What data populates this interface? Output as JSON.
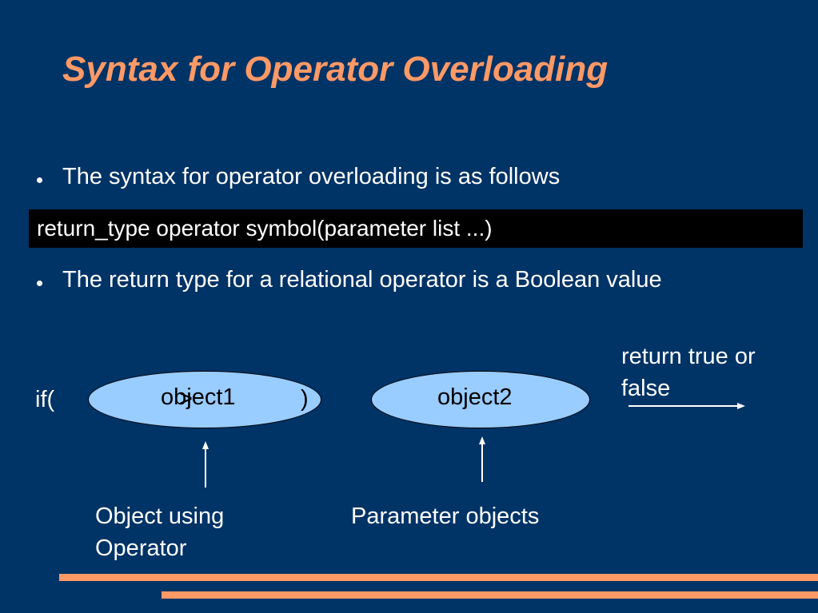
{
  "slide": {
    "title": "Syntax for Operator Overloading",
    "bullets": [
      "The syntax for operator overloading is as follows",
      "The return type for a relational operator is a Boolean value"
    ],
    "syntax_line": "return_type operator symbol(parameter list ...)"
  },
  "diagram": {
    "if_open": "if(",
    "object1": "object1",
    "operator_mark": ">",
    "close_paren": ")",
    "object2": "object2",
    "return_label_line1": "return true or",
    "return_label_line2": "false",
    "caption_left_line1": "Object using",
    "caption_left_line2": "Operator",
    "caption_right": "Parameter objects"
  },
  "colors": {
    "background": "#003366",
    "title": "#FF9966",
    "ellipse_fill": "#99CCFF",
    "accent_bars": "#FF9966",
    "syntax_box": "#000000"
  }
}
